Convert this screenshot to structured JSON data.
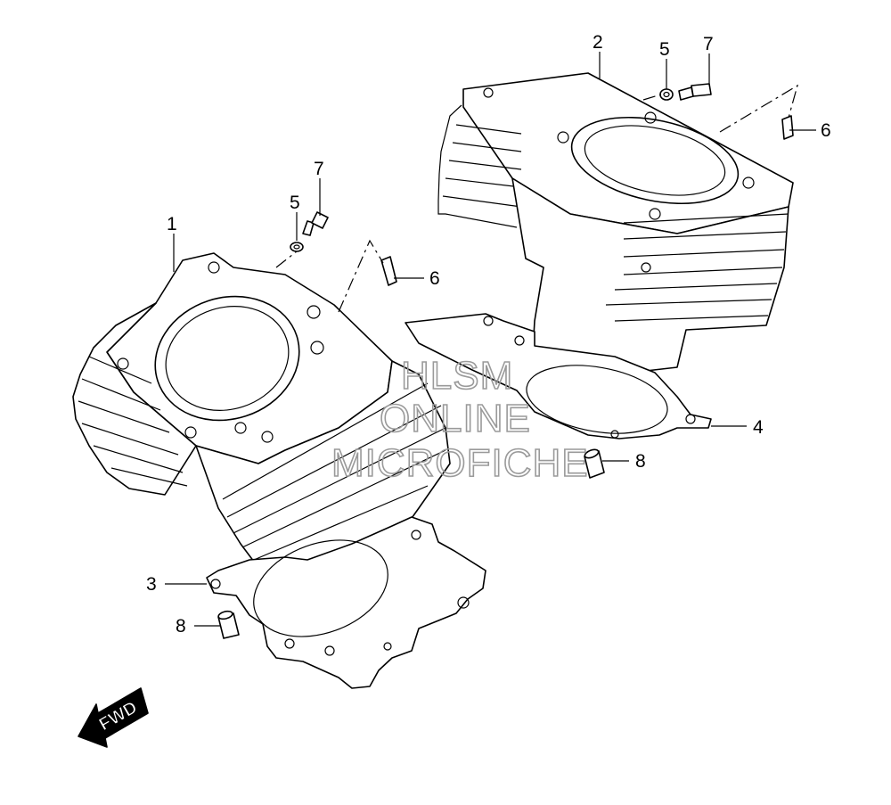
{
  "callouts": {
    "c1": "1",
    "c2": "2",
    "c3": "3",
    "c4": "4",
    "c5a": "5",
    "c5b": "5",
    "c6a": "6",
    "c6b": "6",
    "c7a": "7",
    "c7b": "7",
    "c8a": "8",
    "c8b": "8"
  },
  "watermark": {
    "line1": "HLSM",
    "line2": "ONLINE",
    "line3": "MICROFICHE"
  },
  "fwd_label": "FWD"
}
